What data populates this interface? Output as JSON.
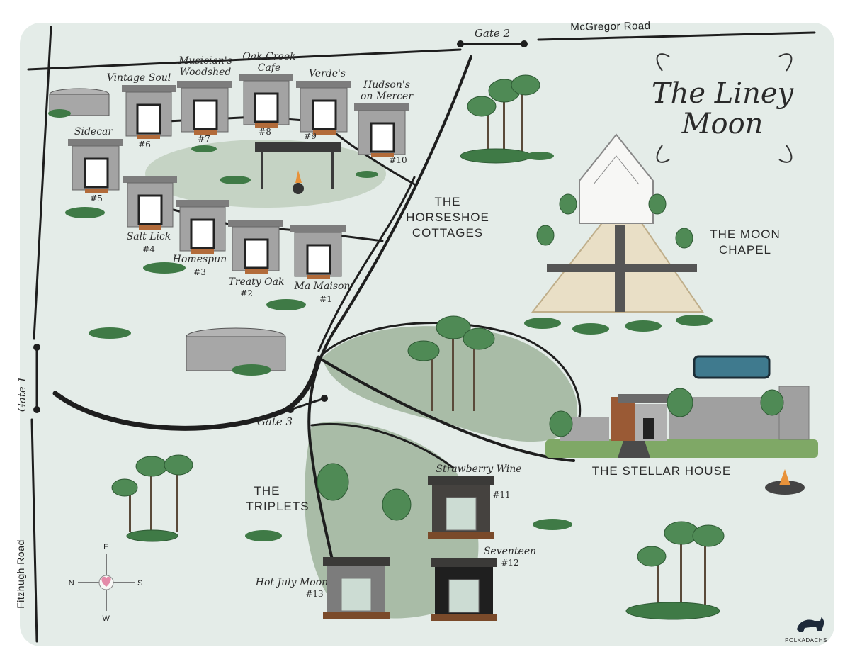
{
  "title_line1": "The Liney",
  "title_line2": "Moon",
  "roads": {
    "top": "McGregor Road",
    "left": "Fitzhugh Road"
  },
  "gates": {
    "gate1": "Gate 1",
    "gate2": "Gate 2",
    "gate3": "Gate 3"
  },
  "areas": {
    "horseshoe": [
      "THE",
      "HORSESHOE",
      "COTTAGES"
    ],
    "chapel": [
      "THE MOON",
      "CHAPEL"
    ],
    "stellar": "THE STELLAR HOUSE",
    "triplets": [
      "THE",
      "TRIPLETS"
    ]
  },
  "cabins": [
    {
      "name_lines": [
        "Vintage Soul"
      ],
      "num": "#6"
    },
    {
      "name_lines": [
        "Musician's",
        "Woodshed"
      ],
      "num": "#7"
    },
    {
      "name_lines": [
        "Oak Creek",
        "Cafe"
      ],
      "num": "#8"
    },
    {
      "name_lines": [
        "Verde's"
      ],
      "num": "#9"
    },
    {
      "name_lines": [
        "Hudson's",
        "on Mercer"
      ],
      "num": "#10"
    },
    {
      "name_lines": [
        "Sidecar"
      ],
      "num": "#5"
    },
    {
      "name_lines": [
        "Salt Lick"
      ],
      "num": "#4"
    },
    {
      "name_lines": [
        "Homespun"
      ],
      "num": "#3"
    },
    {
      "name_lines": [
        "Treaty Oak"
      ],
      "num": "#2"
    },
    {
      "name_lines": [
        "Ma Maison"
      ],
      "num": "#1"
    }
  ],
  "triplet_cabins": [
    {
      "name": "Strawberry Wine",
      "num": "#11"
    },
    {
      "name": "Seventeen",
      "num": "#12"
    },
    {
      "name": "Hot July Moon",
      "num": "#13"
    }
  ],
  "compass": {
    "n": "N",
    "s": "S",
    "e": "E",
    "w": "W"
  },
  "logo": "POLKADACHS",
  "colors": {
    "background": "#e4ece8",
    "grass": "#a9bca7",
    "road": "#1e1e1e",
    "cabin": "#9b9b9b",
    "dark_cabin": "#3b3a38",
    "tree": "#4f8a55",
    "heart": "#e48aa8"
  }
}
